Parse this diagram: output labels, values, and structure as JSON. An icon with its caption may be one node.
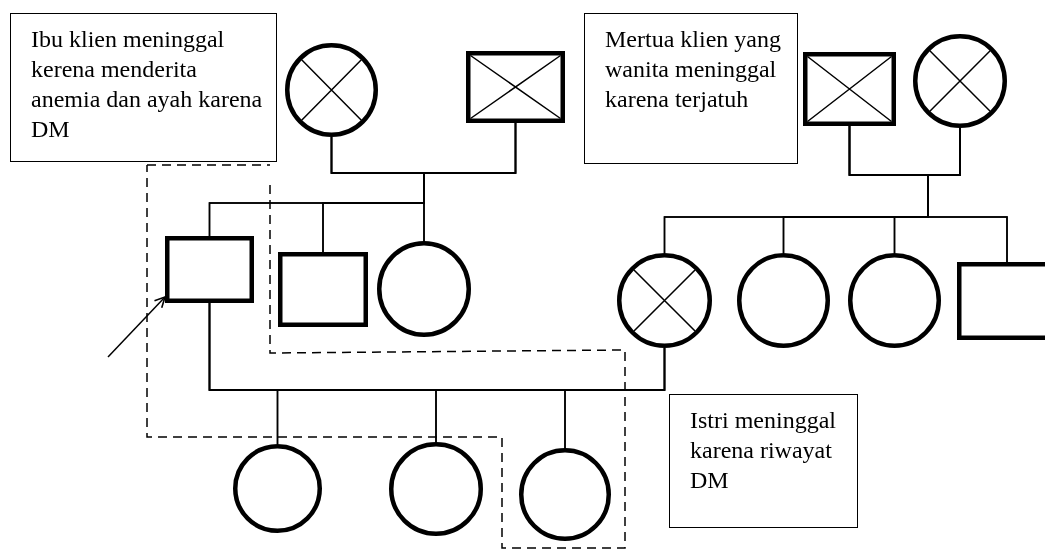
{
  "diagram": {
    "nodes": [
      {
        "text": [
          "Ibu klien meninggal kerena menderita anemia dan ayah karena DM"
        ]
      },
      {
        "text": [],
        "shape": "crossed-circle"
      },
      {
        "text": [],
        "shape": "crossed-box"
      },
      {
        "text": [
          "Mertua klien yang wanita meninggal karena terjatuh"
        ]
      },
      {
        "text": [],
        "shape": "crossed-box"
      },
      {
        "text": [],
        "shape": "crossed-circle"
      },
      {
        "text": [],
        "shape": "box"
      },
      {
        "text": [],
        "shape": "box"
      },
      {
        "text": [],
        "shape": "circle"
      },
      {
        "text": [],
        "shape": "crossed-circle"
      },
      {
        "text": [],
        "shape": "circle"
      },
      {
        "text": [],
        "shape": "circle"
      },
      {
        "text": [],
        "shape": "box"
      },
      {
        "text": [
          "Istri meninggal karena riwayat DM"
        ]
      },
      {
        "text": [],
        "shape": "circle"
      },
      {
        "text": [],
        "shape": "circle"
      },
      {
        "text": [],
        "shape": "circle"
      }
    ],
    "edges": [
      {
        "from": 1,
        "to": 2,
        "arrow": "none"
      },
      {
        "from": 1,
        "to": 6,
        "arrow": "none"
      },
      {
        "from": 1,
        "to": 7,
        "arrow": "none"
      },
      {
        "from": 1,
        "to": 8,
        "arrow": "none"
      },
      {
        "from": 2,
        "to": 6,
        "arrow": "none"
      },
      {
        "from": 2,
        "to": 7,
        "arrow": "none"
      },
      {
        "from": 2,
        "to": 8,
        "arrow": "none"
      },
      {
        "from": 4,
        "to": 5,
        "arrow": "none"
      },
      {
        "from": 4,
        "to": 9,
        "arrow": "none"
      },
      {
        "from": 4,
        "to": 10,
        "arrow": "none"
      },
      {
        "from": 4,
        "to": 11,
        "arrow": "none"
      },
      {
        "from": 4,
        "to": 12,
        "arrow": "none"
      },
      {
        "from": 5,
        "to": 9,
        "arrow": "none"
      },
      {
        "from": 5,
        "to": 10,
        "arrow": "none"
      },
      {
        "from": 5,
        "to": 11,
        "arrow": "none"
      },
      {
        "from": 5,
        "to": 12,
        "arrow": "none"
      },
      {
        "from": 6,
        "to": 9,
        "arrow": "none"
      },
      {
        "from": 6,
        "to": 14,
        "arrow": "none"
      },
      {
        "from": 6,
        "to": 15,
        "arrow": "none"
      },
      {
        "from": 6,
        "to": 16,
        "arrow": "none"
      },
      {
        "from": 9,
        "to": 14,
        "arrow": "none"
      },
      {
        "from": 9,
        "to": 15,
        "arrow": "none"
      },
      {
        "from": 9,
        "to": 16,
        "arrow": "none"
      },
      {
        "from": null,
        "to": 6,
        "arrow": "to"
      }
    ]
  }
}
